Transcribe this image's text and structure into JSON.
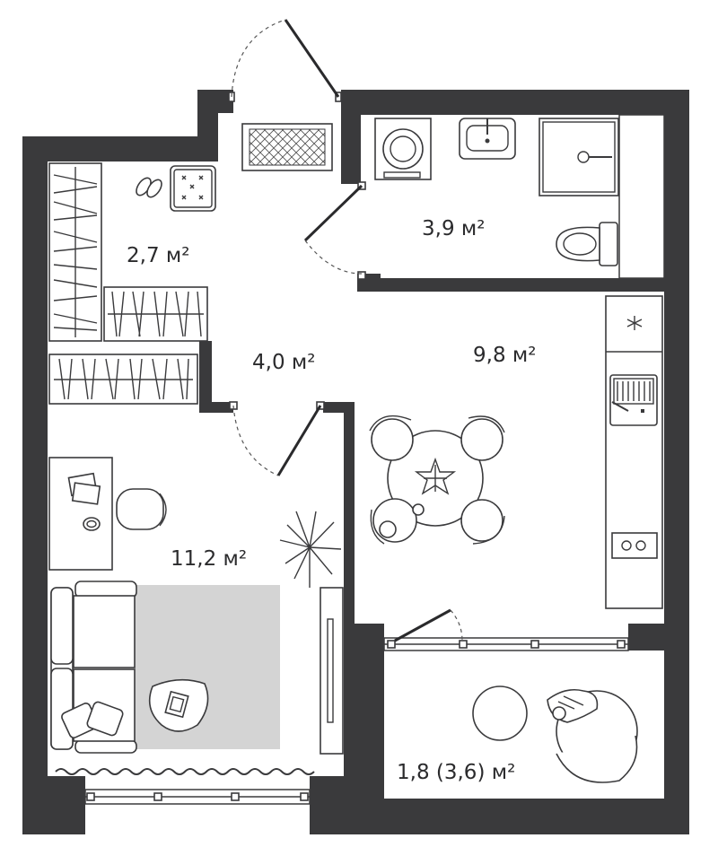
{
  "plan": {
    "rooms": [
      {
        "id": "wardrobe",
        "area_label": "2,7 м²"
      },
      {
        "id": "bathroom",
        "area_label": "3,9 м²"
      },
      {
        "id": "hall",
        "area_label": "4,0 м²"
      },
      {
        "id": "kitchen",
        "area_label": "9,8 м²"
      },
      {
        "id": "living-room",
        "area_label": "11,2 м²"
      },
      {
        "id": "balcony",
        "area_label": "1,8 (3,6) м²"
      }
    ]
  }
}
